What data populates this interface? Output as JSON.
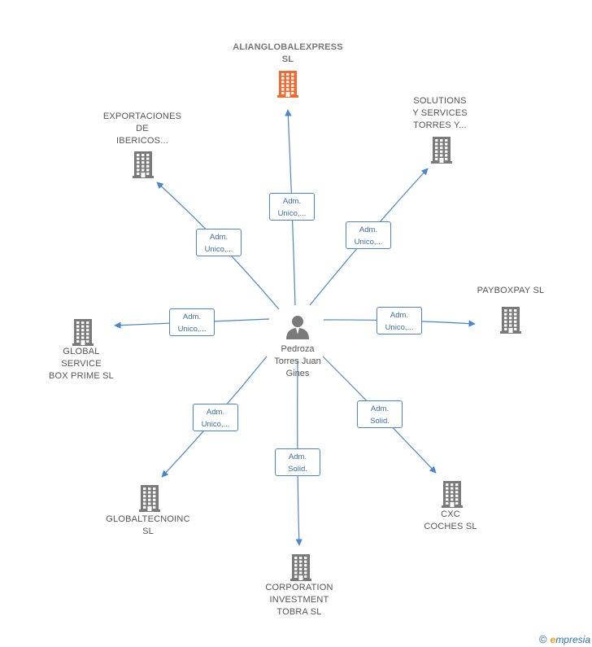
{
  "center": {
    "label_lines": [
      "Pedroza",
      "Torres Juan",
      "Gines"
    ],
    "icon": "person-icon"
  },
  "companies": [
    {
      "id": "alianglobalexpress",
      "label_lines": [
        "ALIANGLOBALEXPRESS",
        "SL"
      ],
      "highlight": true,
      "color": "#f26a2e"
    },
    {
      "id": "exportaciones",
      "label_lines": [
        "EXPORTACIONES",
        "DE",
        "IBERICOS..."
      ],
      "highlight": false,
      "color": "#7a7a7a"
    },
    {
      "id": "solutions",
      "label_lines": [
        "SOLUTIONS",
        "Y SERVICES",
        "TORRES Y..."
      ],
      "highlight": false,
      "color": "#7a7a7a"
    },
    {
      "id": "payboxpay",
      "label_lines": [
        "PAYBOXPAY  SL"
      ],
      "highlight": false,
      "color": "#7a7a7a"
    },
    {
      "id": "global-service",
      "label_lines": [
        "GLOBAL",
        "SERVICE",
        "BOX PRIME  SL"
      ],
      "highlight": false,
      "color": "#7a7a7a"
    },
    {
      "id": "globaltecnoinc",
      "label_lines": [
        "GLOBALTECNOINC",
        "SL"
      ],
      "highlight": false,
      "color": "#7a7a7a"
    },
    {
      "id": "corporation",
      "label_lines": [
        "CORPORATION",
        "INVESTMENT",
        "TOBRA  SL"
      ],
      "highlight": false,
      "color": "#7a7a7a"
    },
    {
      "id": "cxc",
      "label_lines": [
        "CXC",
        "COCHES  SL"
      ],
      "highlight": false,
      "color": "#7a7a7a"
    }
  ],
  "edges": [
    {
      "to": "alianglobalexpress",
      "label_lines": [
        "Adm.",
        "Unico,..."
      ]
    },
    {
      "to": "exportaciones",
      "label_lines": [
        "Adm.",
        "Unico,..."
      ]
    },
    {
      "to": "solutions",
      "label_lines": [
        "Adm.",
        "Unico,..."
      ]
    },
    {
      "to": "payboxpay",
      "label_lines": [
        "Adm.",
        "Unico,..."
      ]
    },
    {
      "to": "global-service",
      "label_lines": [
        "Adm.",
        "Unico,..."
      ]
    },
    {
      "to": "globaltecnoinc",
      "label_lines": [
        "Adm.",
        "Unico,..."
      ]
    },
    {
      "to": "corporation",
      "label_lines": [
        "Adm.",
        "Solid."
      ]
    },
    {
      "to": "cxc",
      "label_lines": [
        "Adm.",
        "Solid."
      ]
    }
  ],
  "colors": {
    "edge": "#4a86cf",
    "building": "#7a7a7a",
    "highlight": "#f26a2e"
  },
  "footer": {
    "copyright": "©",
    "brand_e": "e",
    "brand_rest": "mpresia"
  }
}
